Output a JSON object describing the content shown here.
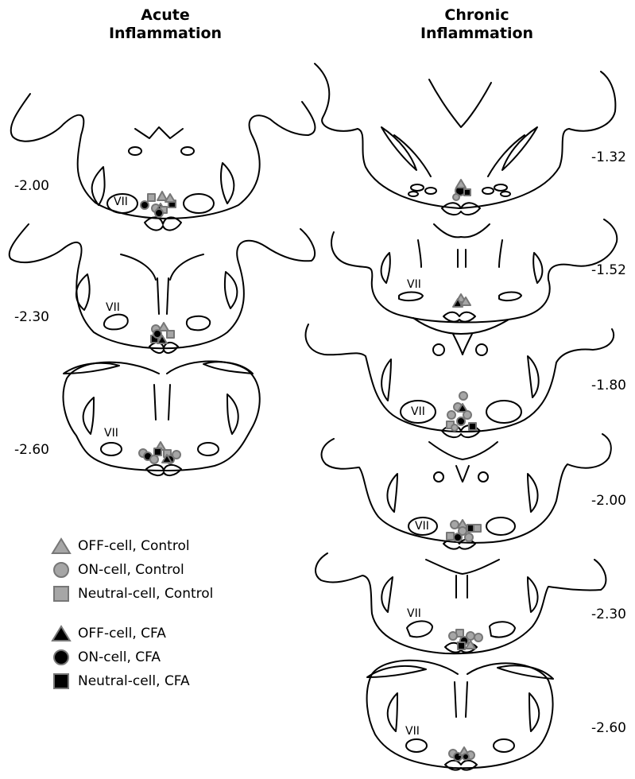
{
  "titles": {
    "acute": [
      "Acute",
      "Inflammation"
    ],
    "chronic": [
      "Chronic",
      "Inflammation"
    ]
  },
  "acute_levels": [
    "-2.00",
    "-2.30",
    "-2.60"
  ],
  "chronic_levels": [
    "-1.32",
    "-1.52",
    "-1.80",
    "-2.00",
    "-2.30",
    "-2.60"
  ],
  "nucleus_label": "VII",
  "legend": {
    "control": [
      {
        "shape": "triangle",
        "fill": "gray",
        "label": "OFF-cell, Control"
      },
      {
        "shape": "circle",
        "fill": "gray",
        "label": "ON-cell, Control"
      },
      {
        "shape": "square",
        "fill": "gray",
        "label": "Neutral-cell, Control"
      }
    ],
    "cfa": [
      {
        "shape": "triangle",
        "fill": "black",
        "label": "OFF-cell, CFA"
      },
      {
        "shape": "circle",
        "fill": "black",
        "label": "ON-cell, CFA"
      },
      {
        "shape": "square",
        "fill": "black",
        "label": "Neutral-cell, CFA"
      }
    ]
  },
  "colors": {
    "control_fill": "#a6a6a6",
    "cfa_fill": "#000000",
    "marker_edge": "#777777",
    "outline": "#000000"
  }
}
